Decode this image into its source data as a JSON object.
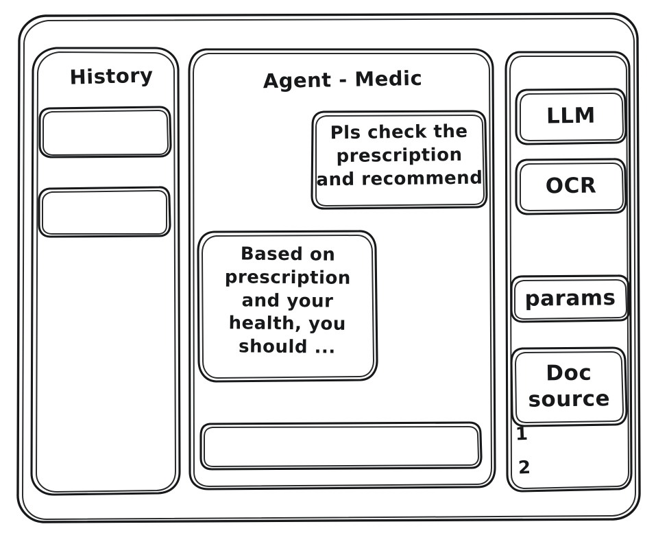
{
  "window": {
    "name": "agent-medic-wireframe",
    "frame_style": "hand-drawn-sketch",
    "stroke_color": "#17181a",
    "background_color": "#ffffff"
  },
  "history_panel": {
    "title": "History",
    "items": [
      {
        "label": ""
      },
      {
        "label": ""
      }
    ]
  },
  "chat_panel": {
    "title": "Agent - Medic",
    "messages": [
      {
        "role": "user",
        "text": "Pls check the\nprescription\nand recommend",
        "align": "right"
      },
      {
        "role": "agent",
        "text": "Based on\nprescription\nand your\nhealth, you\nshould ...",
        "align": "left"
      }
    ],
    "input": {
      "value": "",
      "placeholder": ""
    }
  },
  "tools_panel": {
    "items": [
      {
        "label": "LLM"
      },
      {
        "label": "OCR"
      },
      {
        "label": "params"
      },
      {
        "label": "Doc\nsource"
      }
    ],
    "doc_source_list": [
      {
        "label": "1"
      },
      {
        "label": "2"
      }
    ]
  }
}
